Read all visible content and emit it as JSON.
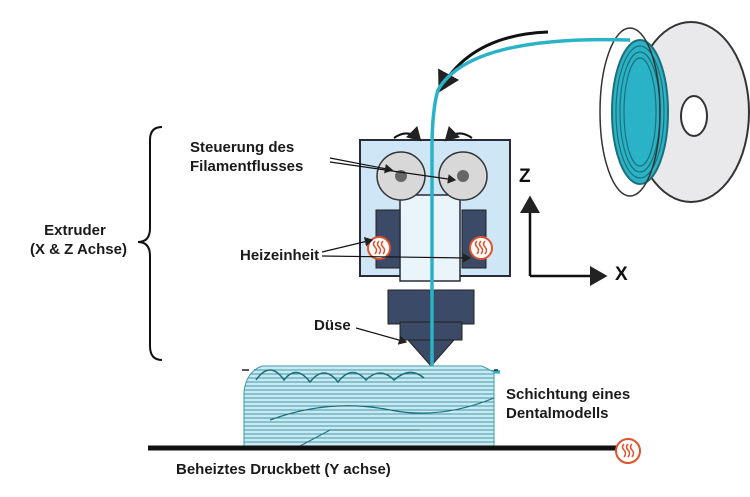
{
  "labels": {
    "extruder_line1": "Extruder",
    "extruder_line2": "(X & Z Achse)",
    "filament_flow_line1": "Steuerung des",
    "filament_flow_line2": "Filamentflusses",
    "heater": "Heizeinheit",
    "nozzle": "Düse",
    "layering_line1": "Schichtung eines",
    "layering_line2": "Dentalmodells",
    "heated_bed": "Beheiztes Druckbett (Y achse)"
  },
  "axes": {
    "z": "Z",
    "x": "X"
  },
  "colors": {
    "filament": "#2ab3c6",
    "extruder_body": "#cfe6f6",
    "extruder_stroke": "#2a2a3a",
    "heater_block": "#3b4a66",
    "heat_icon": "#e0522b",
    "model_fill": "#bfe3ec",
    "model_lines": "#3a9bb0",
    "bed": "#111111"
  },
  "icons": [
    "heat-icon",
    "curved-arrow-icon",
    "filament-spool-icon"
  ]
}
